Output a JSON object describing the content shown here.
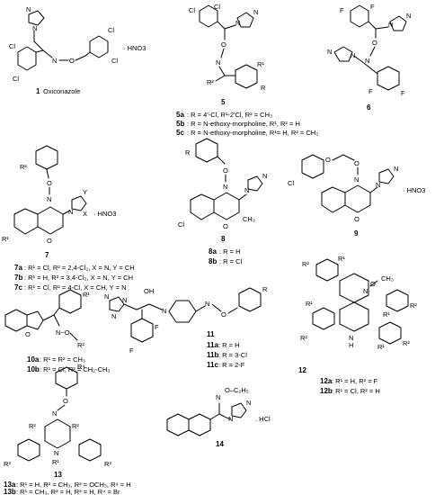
{
  "compounds": [
    {
      "id": "c1",
      "number": "1",
      "name": "Oxiconazole",
      "salt": "· HNO3",
      "variants": []
    },
    {
      "id": "c5",
      "number": "5",
      "salt": "",
      "variants": [
        {
          "tag": "5a",
          "text": ": R = 4′-Cl, R¹-2′Cl, R² = CH₃"
        },
        {
          "tag": "5b",
          "text": ": R = N-ethoxy-morpholine, R¹, R² = H"
        },
        {
          "tag": "5c",
          "text": ": R = N-ethoxy-morpholine, R¹= H, R² = CH₃"
        }
      ]
    },
    {
      "id": "c6",
      "number": "6",
      "salt": "",
      "variants": []
    },
    {
      "id": "c7",
      "number": "7",
      "salt": "· HNO3",
      "variants": [
        {
          "tag": "7a",
          "text": ": R¹ = Cl, R² = 2,4-Cl₂, X = N, Y = CH"
        },
        {
          "tag": "7b",
          "text": ": R¹ = H, R² = 3,4-Cl₂, X = N, Y = CH"
        },
        {
          "tag": "7c",
          "text": ": R¹ = Cl, R² = 4-Cl, X = CH, Y = N"
        }
      ]
    },
    {
      "id": "c8",
      "number": "8",
      "salt": "",
      "variants": [
        {
          "tag": "8a",
          "text": ": R = H"
        },
        {
          "tag": "8b",
          "text": ": R = Cl"
        }
      ]
    },
    {
      "id": "c9",
      "number": "9",
      "salt": "· HNO3",
      "variants": []
    },
    {
      "id": "c10",
      "number": "",
      "salt": "",
      "variants": [
        {
          "tag": "10a",
          "text": ": R¹ = R² = CH₃"
        },
        {
          "tag": "10b",
          "text": ": R¹ = Cl, R² = CH₂-CH₃"
        }
      ]
    },
    {
      "id": "c11",
      "number": "11",
      "salt": "",
      "variants": [
        {
          "tag": "11a",
          "text": ": R = H"
        },
        {
          "tag": "11b",
          "text": ": R = 3-Cl"
        },
        {
          "tag": "11c",
          "text": ": R = 2-F"
        }
      ]
    },
    {
      "id": "c12",
      "number": "12",
      "salt": "",
      "variants": [
        {
          "tag": "12a",
          "text": ": R¹ = H, R² = F"
        },
        {
          "tag": "12b",
          "text": ": R¹ = Cl, R² = H"
        }
      ]
    },
    {
      "id": "c13",
      "number": "13",
      "salt": "",
      "variants": [
        {
          "tag": "13a",
          "text": ": R¹ = H, R² = CH₃, R³ = OCH₃, R⁴ = H"
        },
        {
          "tag": "13b",
          "text": ": R¹ = CH₃, R² = H, R³ = H, R⁴ = Br"
        }
      ]
    },
    {
      "id": "c14",
      "number": "14",
      "salt": ". HCl",
      "variants": []
    }
  ],
  "atoms": {
    "N": "N",
    "O": "O",
    "Cl": "Cl",
    "F": "F",
    "OH": "OH",
    "NH": "N",
    "H": "H",
    "R": "R",
    "R1": "R¹",
    "R2": "R²",
    "R3": "R³",
    "R4": "R⁴",
    "X": "X",
    "Y": "Y",
    "CH3": "CH₃",
    "OC2H5": "O–C₂H₅",
    "NO": "N~O"
  }
}
